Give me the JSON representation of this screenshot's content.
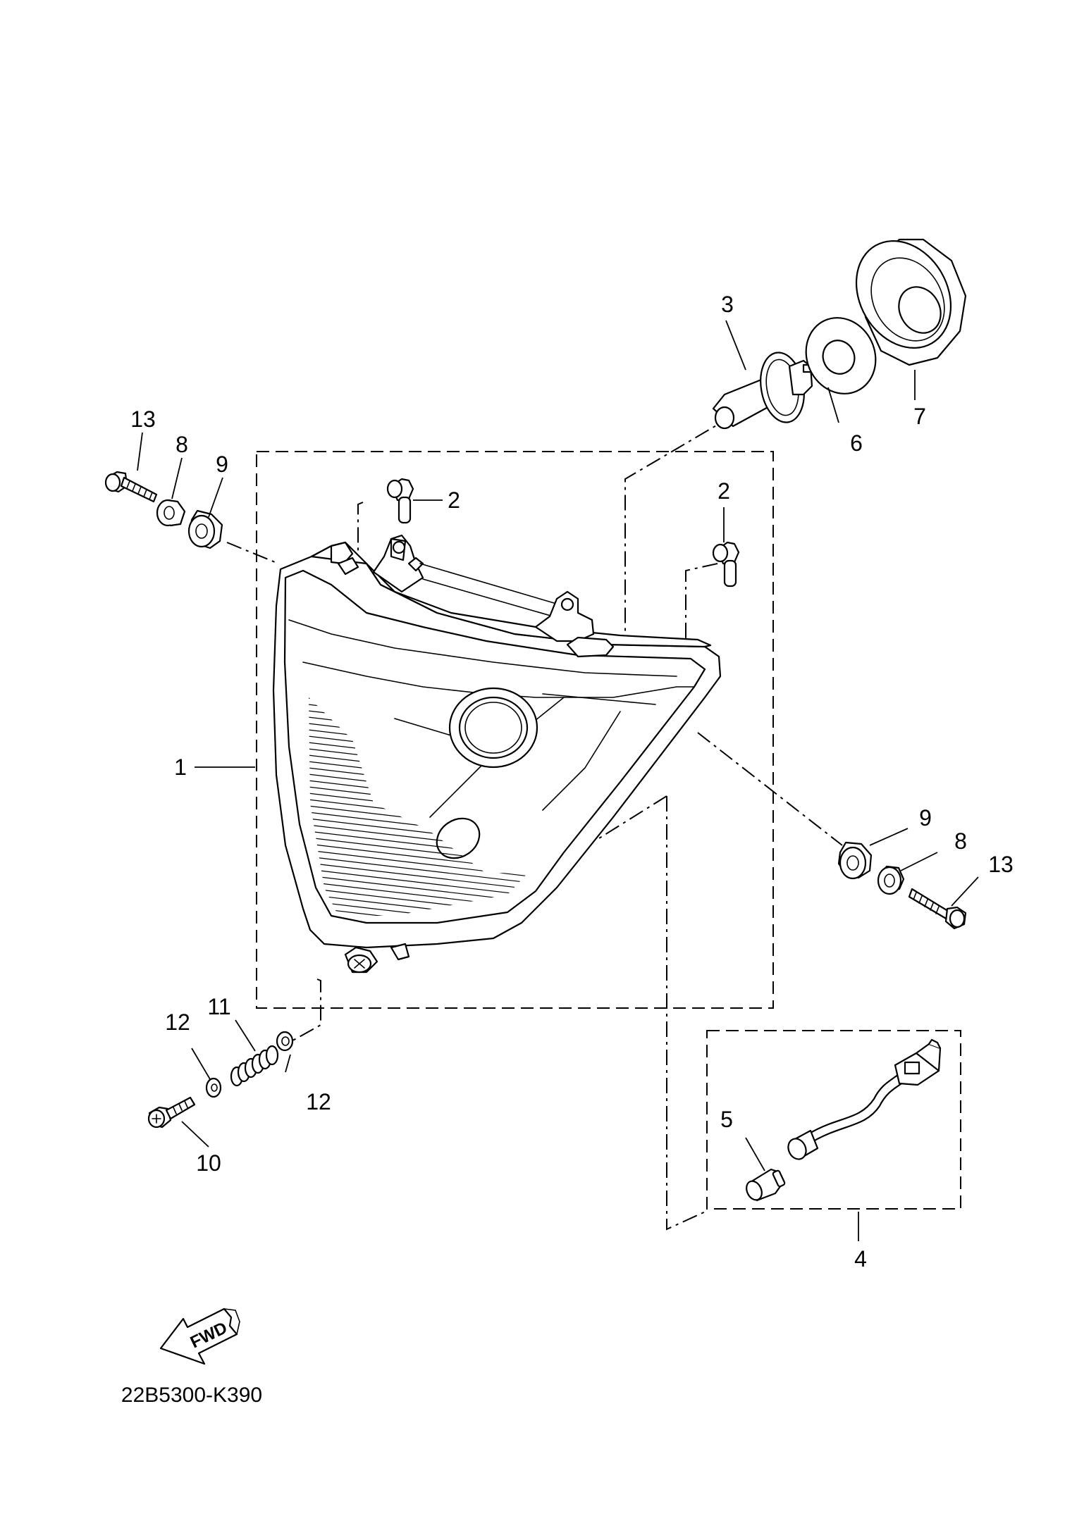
{
  "callouts": {
    "p1": "1",
    "p2a": "2",
    "p2b": "2",
    "p3": "3",
    "p4": "4",
    "p5": "5",
    "p6": "6",
    "p7": "7",
    "p8a": "8",
    "p8b": "8",
    "p9a": "9",
    "p9b": "9",
    "p10": "10",
    "p11": "11",
    "p12a": "12",
    "p12b": "12",
    "p13a": "13",
    "p13b": "13"
  },
  "direction_label": "FWD",
  "diagram_code": "22B5300-K390"
}
